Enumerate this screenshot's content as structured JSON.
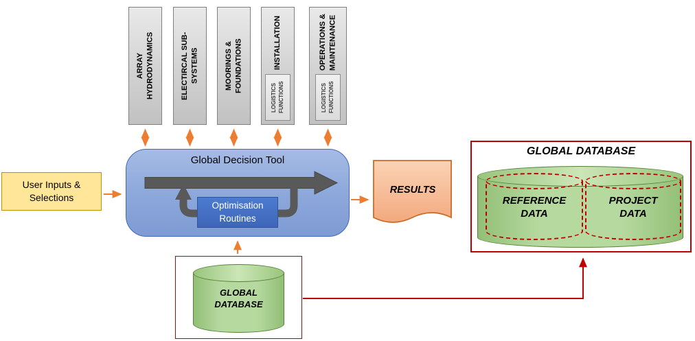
{
  "modules": [
    {
      "label": "ARRAY HYDRODYNAMICS"
    },
    {
      "label": "ELECTIRCAL SUB-SYSTEMS"
    },
    {
      "label": "MOORINGS & FOUNDATIONS"
    },
    {
      "label": "INSTALLATION",
      "sub_label": "LOGISTICS FUNCTIONS"
    },
    {
      "label": "OPERATIONS & MAINTENANCE",
      "sub_label": "LOGISTICS FUNCTIONS"
    }
  ],
  "user_inputs": {
    "label": "User Inputs & Selections"
  },
  "decision_tool": {
    "title": "Global Decision Tool",
    "optimisation_label": "Optimisation Routines"
  },
  "results": {
    "label": "RESULTS"
  },
  "database_panel": {
    "title": "GLOBAL DATABASE",
    "reference_label": "REFERENCE DATA",
    "project_label": "PROJECT DATA"
  },
  "bottom_database": {
    "label": "GLOBAL DATABASE"
  },
  "colors": {
    "arrow_orange": "#ED7D31",
    "connector_red": "#C00000",
    "flow_gray": "#595959",
    "module_fill": "#D2D2D2",
    "module_border": "#7F7F7F",
    "tool_fill": "#8FAADC",
    "tool_border": "#4169B8",
    "optimisation_fill": "#4472C4",
    "inputs_fill": "#FFE699",
    "inputs_border": "#BF9000",
    "database_green": "#A9D18E",
    "database_green_border": "#548235",
    "results_fill": "#F8CBAD"
  }
}
